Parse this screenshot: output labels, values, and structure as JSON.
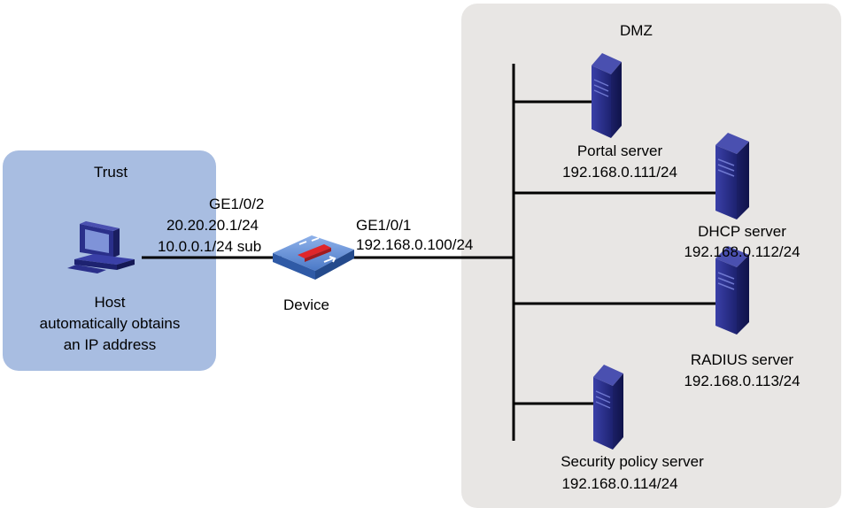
{
  "zones": {
    "trust": "Trust",
    "dmz": "DMZ"
  },
  "host": {
    "line1": "Host",
    "line2": "automatically obtains",
    "line3": "an IP address"
  },
  "device": {
    "name": "Device",
    "ge2_name": "GE1/0/2",
    "ge2_ip1": "20.20.20.1/24",
    "ge2_ip2": "10.0.0.1/24 sub",
    "ge1_name": "GE1/0/1",
    "ge1_ip": "192.168.0.100/24"
  },
  "servers": [
    {
      "name": "Portal server",
      "ip": "192.168.0.111/24"
    },
    {
      "name": "DHCP server",
      "ip": "192.168.0.112/24"
    },
    {
      "name": "RADIUS server",
      "ip": "192.168.0.113/24"
    },
    {
      "name": "Security policy server",
      "ip": "192.168.0.114/24"
    }
  ],
  "colors": {
    "trust_zone": "#a8bde1",
    "dmz_zone": "#e8e6e4",
    "server_body": "#2a2f8a",
    "device_body": "#4b79c7",
    "device_accent": "#e0262a"
  }
}
